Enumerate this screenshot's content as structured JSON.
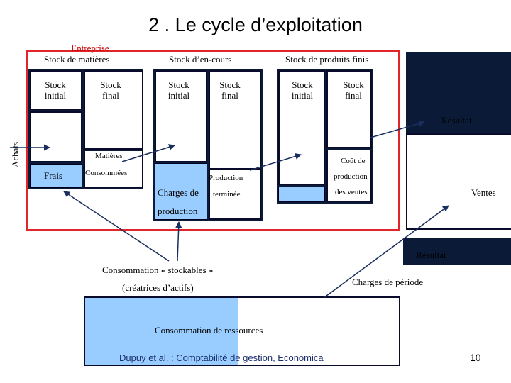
{
  "title": "2 . Le cycle d’exploitation",
  "entreprise": "Entreprise",
  "stock_headers": [
    "Stock de matières",
    "Stock d’en-cours",
    "Stock de produits finis"
  ],
  "stock_initial": "Stock initial",
  "stock_final": "Stock final",
  "achats": "Achats",
  "frais": "Frais",
  "matieres": "Matières",
  "consommees": "Consommées",
  "charges_de": "Charges de",
  "production_word": "production",
  "production_terminee_1": "Production",
  "production_terminee_2": "terminée",
  "cout_de": "Coût de",
  "cout_production": "production",
  "cout_des_ventes": "des ventes",
  "ventes": "Ventes",
  "resultat_top": "Résultat",
  "resultat_bottom": "Résultat",
  "consommation_stockables": "Consommation « stockables »",
  "creatrices_actifs": "(créatrices d’actifs)",
  "charges_periode": "Charges de période",
  "consommation_ressources": "Consommation de ressources",
  "footer": "Dupuy et al. : Comptabilité de gestion, Economica",
  "page_number": "10",
  "colors": {
    "frame": "#e0262a",
    "navy": "#0b1a36",
    "light_blue": "#99ccff",
    "footer_text": "#1a2e6e"
  }
}
